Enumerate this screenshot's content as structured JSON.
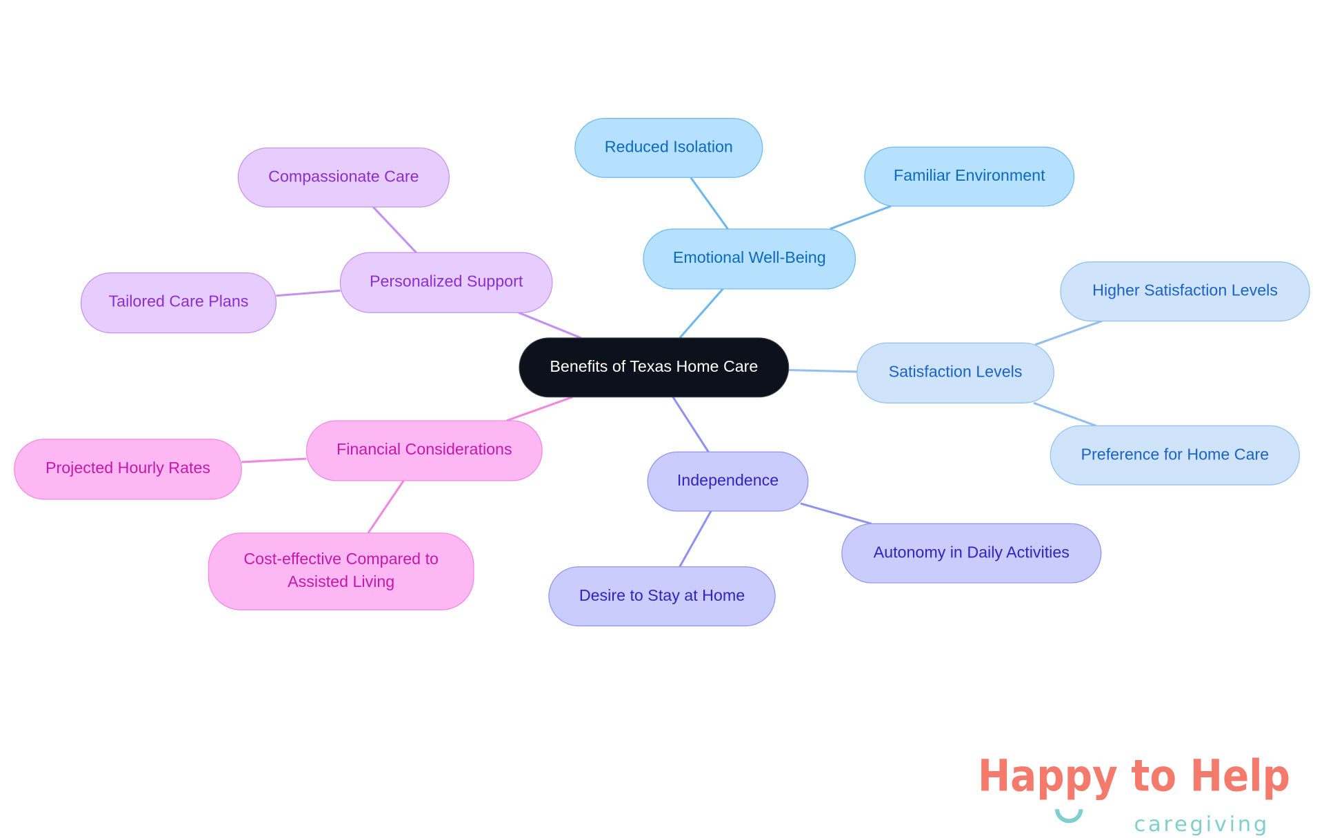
{
  "root": {
    "label": "Benefits of Texas Home Care",
    "fill": "#0c111b",
    "text_color": "#ffffff"
  },
  "branches": {
    "emotional": {
      "label": "Emotional Well-Being",
      "fill": "#b5e0fe",
      "stroke": "#6cb8ee",
      "text_color": "#0b6ac0",
      "children": [
        "Reduced Isolation",
        "Familiar Environment"
      ]
    },
    "satisfaction": {
      "label": "Satisfaction Levels",
      "fill": "#cfe4fb",
      "stroke": "#93bfee",
      "text_color": "#1a63c4",
      "children": [
        "Higher Satisfaction Levels",
        "Preference for Home Care"
      ]
    },
    "independence": {
      "label": "Independence",
      "fill": "#cbccfe",
      "stroke": "#8f92ee",
      "text_color": "#3024c0",
      "children": [
        "Autonomy in Daily Activities",
        "Desire to Stay at Home"
      ]
    },
    "financial": {
      "label": "Financial Considerations",
      "fill": "#fdb7f3",
      "stroke": "#f087e0",
      "text_color": "#c419a8",
      "children": [
        "Projected Hourly Rates",
        "Cost-effective Compared to",
        "Assisted Living"
      ]
    },
    "personalized": {
      "label": "Personalized Support",
      "fill": "#e7cdfd",
      "stroke": "#c490f0",
      "text_color": "#8a2ed0",
      "children": [
        "Compassionate Care",
        "Tailored Care Plans"
      ]
    }
  },
  "logo": {
    "text": "Happy to Help",
    "subtext": "caregiving",
    "primary_color": "#f47a6c",
    "secondary_color": "#7fcfcd"
  }
}
